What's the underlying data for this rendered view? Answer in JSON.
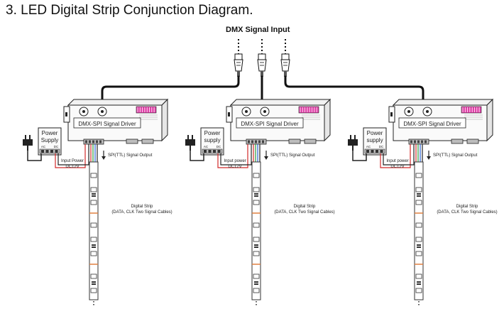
{
  "title": "3. LED Digital Strip Conjunction Diagram.",
  "dmx_input_label": "DMX Signal Input",
  "units": [
    {
      "driver_label": "DMX-SPI Signal Driver",
      "power_supply_label": [
        "Power",
        "Supply"
      ],
      "input_power_label": [
        "Input Power",
        "DC12V"
      ],
      "spi_output_label": "SPI(TTL) Signal Output",
      "strip_label": [
        "Digital Strip",
        "(DATA, CLK Two Signal Cables)"
      ],
      "terminal_ac": "AC",
      "terminal_dc": "DC"
    },
    {
      "driver_label": "DMX-SPI Signal Driver",
      "power_supply_label": [
        "Power",
        "supply"
      ],
      "input_power_label": [
        "Input power",
        "DC12V"
      ],
      "spi_output_label": "SPI(TTL) Signal Output",
      "strip_label": [
        "Digital Strip",
        "(DATA, CLK Two Signal Cables)"
      ],
      "terminal_ac": "AC",
      "terminal_dc": "DC"
    },
    {
      "driver_label": "DMX-SPI Signal Driver",
      "power_supply_label": [
        "Power",
        "supply"
      ],
      "input_power_label": [
        "Input power",
        "DC12V"
      ],
      "spi_output_label": "SPI(TTL) Signal Output",
      "strip_label": [
        "Digital Strip",
        "(DATA, CLK Two Signal Cables)"
      ],
      "terminal_ac": "AC",
      "terminal_dc": "DC"
    }
  ],
  "colors": {
    "cable": "#111111",
    "wire_red": "#d22a2a",
    "wire_blue": "#2a62d2",
    "wire_green": "#2a9a3a",
    "dip_switch": "#e040a8",
    "strip_orange": "#e08040"
  },
  "icons": {
    "plug": "power-plug-icon",
    "connector": "xlr-connector-icon"
  }
}
